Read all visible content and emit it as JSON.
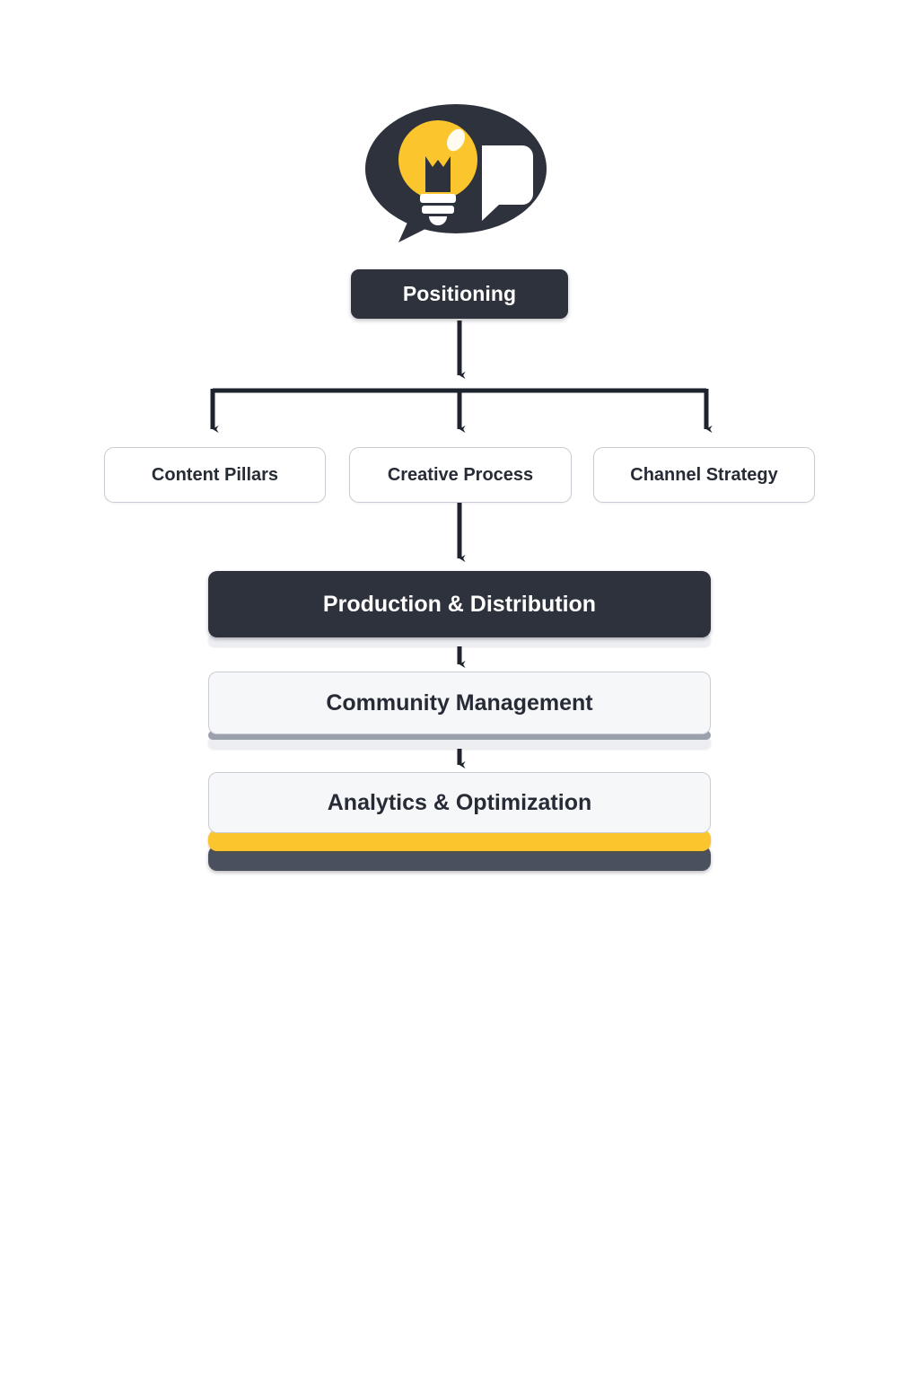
{
  "diagram": {
    "title": "Positioning",
    "type": "hierarchical-flowchart",
    "icon": {
      "name": "lightbulb-speech-bubble-icon",
      "bubble_color": "#2E323C",
      "bulb_color": "#FBC62D",
      "callout_color": "#FFFFFF"
    },
    "root": {
      "label": "Positioning",
      "fill": "#2E323C",
      "text_color": "#FFFFFF"
    },
    "branches": [
      {
        "label": "Content Pillars",
        "fill": "#FFFFFF",
        "text_color": "#272B36",
        "border": "#C9CCD4"
      },
      {
        "label": "Creative Process",
        "fill": "#FFFFFF",
        "text_color": "#272B36",
        "border": "#C9CCD4"
      },
      {
        "label": "Channel Strategy",
        "fill": "#FFFFFF",
        "text_color": "#272B36",
        "border": "#C9CCD4"
      }
    ],
    "stack": [
      {
        "label": "Production & Distribution",
        "fill": "#2E323C",
        "text_color": "#FFFFFF",
        "style": "dark"
      },
      {
        "label": "Community Management",
        "fill": "#F6F7F9",
        "text_color": "#272B36",
        "style": "light"
      },
      {
        "label": "Analytics & Optimization",
        "fill": "#F6F7F9",
        "text_color": "#272B36",
        "style": "light"
      }
    ],
    "accent_colors": {
      "yellow": "#FBC62D",
      "slate": "#4B505E",
      "dark": "#2E323C",
      "light_slab": "#ECEEF2",
      "grey_slab": "#9AA0AC",
      "connector": "#1F232E",
      "background": "#FFFFFF"
    },
    "connectors": {
      "root_to_bus": "vertical-arrow",
      "bus": "horizontal-distribution-bar",
      "bus_to_branches": "three-down-arrows",
      "branch_to_stack": "vertical-arrow",
      "stack_links": "vertical-arrows"
    }
  }
}
